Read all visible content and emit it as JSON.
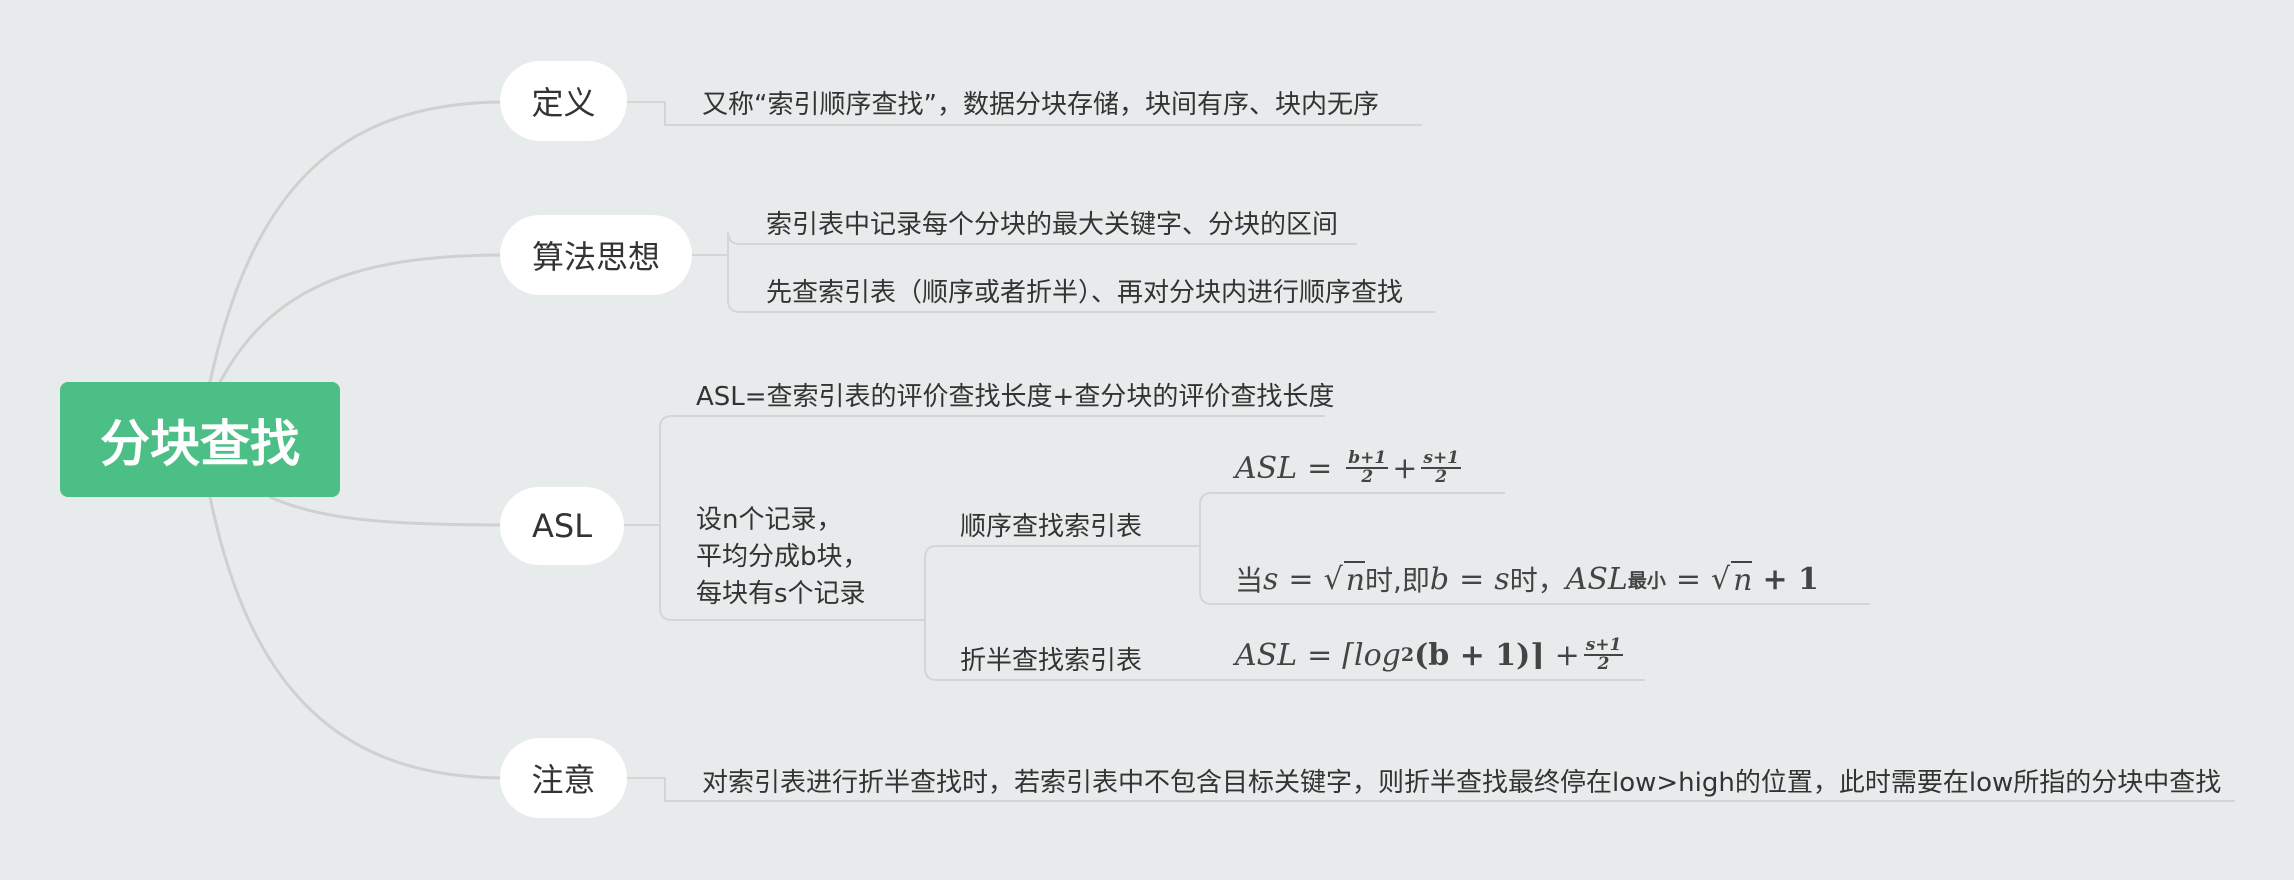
{
  "root": {
    "label": "分块查找"
  },
  "branches": {
    "definition": {
      "label": "定义",
      "text": "又称“索引顺序查找”，数据分块存储，块间有序、块内无序"
    },
    "idea": {
      "label": "算法思想",
      "items": [
        "索引表中记录每个分块的最大关键字、分块的区间",
        "先查索引表（顺序或者折半）、再对分块内进行顺序查找"
      ]
    },
    "asl": {
      "label": "ASL",
      "formula_text": "ASL=查索引表的评价查找长度+查分块的评价查找长度",
      "assumption_lines": [
        "设n个记录，",
        "平均分成b块，",
        "每块有s个记录"
      ],
      "sequential": {
        "label": "顺序查找索引表",
        "formula": {
          "lhs": "ASL",
          "eq": "=",
          "frac1_num": "b+1",
          "frac1_den": "2",
          "plus": "+",
          "frac2_num": "s+1",
          "frac2_den": "2"
        },
        "condition": {
          "when": "当",
          "s": "s",
          "eq1": "=",
          "sqrt1": "n",
          "time1": "时,即",
          "b": "b",
          "eq2": "=",
          "s2": "s",
          "time2": "时，",
          "lhs": "ASL",
          "sub": "最小",
          "eq3": "=",
          "sqrt2": "n",
          "plus_one": "+ 1"
        }
      },
      "binary": {
        "label": "折半查找索引表",
        "formula": {
          "lhs": "ASL",
          "eq": "=",
          "log": "⌈log",
          "log_sub": "2",
          "arg": "(b + 1)⌉",
          "plus": "+",
          "frac_num": "s+1",
          "frac_den": "2"
        }
      }
    },
    "note": {
      "label": "注意",
      "text": "对索引表进行折半查找时，若索引表中不包含目标关键字，则折半查找最终停在low>high的位置，此时需要在low所指的分块中查找"
    }
  },
  "colors": {
    "background": "#e8ebeb",
    "root_fill": "#4bbf85",
    "pill_fill": "#ffffff",
    "line": "#cfd3d3",
    "text": "#333333"
  }
}
